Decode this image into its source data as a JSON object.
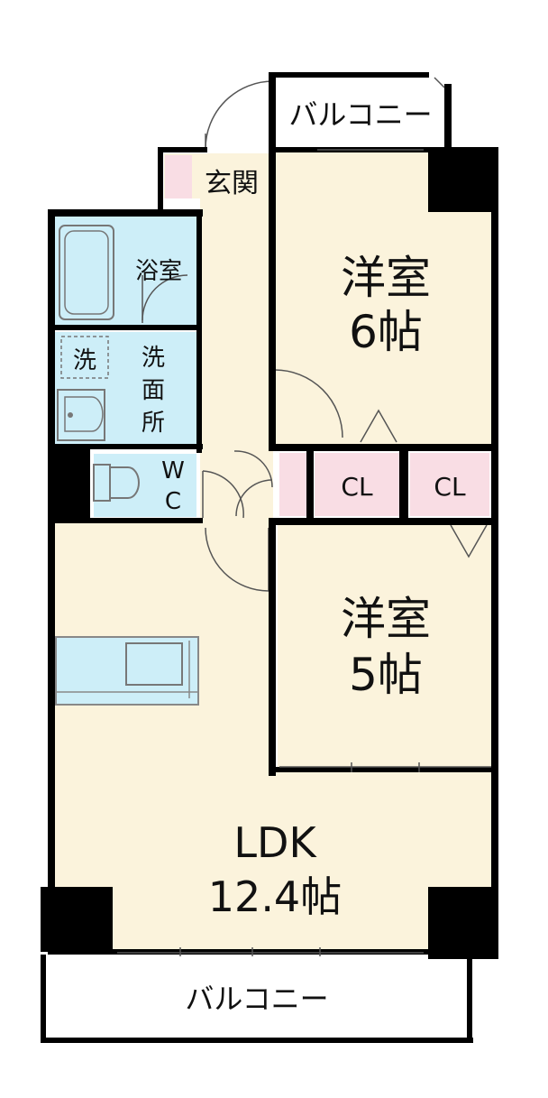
{
  "plan": {
    "rooms": {
      "western_1": {
        "name": "洋室",
        "size": "6帖"
      },
      "western_2": {
        "name": "洋室",
        "size": "5帖"
      },
      "ldk": {
        "name": "LDK",
        "size": "12.4帖"
      },
      "entrance": "玄関",
      "bathroom": "浴室",
      "washroom": [
        "洗",
        "面",
        "所"
      ],
      "washer": "洗",
      "toilet": [
        "W",
        "C"
      ],
      "closet_1": "CL",
      "closet_2": "CL",
      "balcony_top": "バルコニー",
      "balcony_bottom": "バルコニー"
    },
    "colors": {
      "floor": "#fbf3dc",
      "wet_area": "#cdeef8",
      "entrance_closet": "#f9dde4",
      "wall": "#000000"
    }
  }
}
